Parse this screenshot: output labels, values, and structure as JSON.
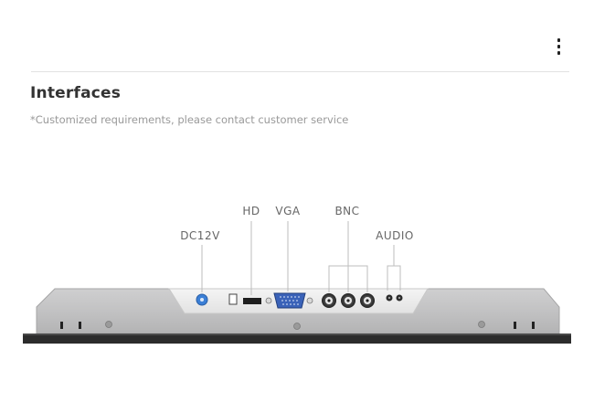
{
  "header": {
    "menu_icon": "vertical-dots-icon"
  },
  "section": {
    "title": "Interfaces",
    "subtitle": "*Customized requirements, please contact customer service"
  },
  "ports": {
    "dc12v": "DC12V",
    "hd": "HD",
    "vga": "VGA",
    "bnc": "BNC",
    "audio": "AUDIO"
  },
  "colors": {
    "dc_connector": "#3b7fd6",
    "vga_connector": "#3a62b8",
    "bezel": "#2c2c2c"
  }
}
